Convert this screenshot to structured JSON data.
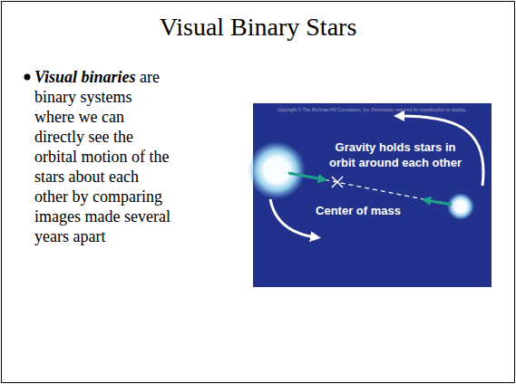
{
  "diagram": {
    "title": "Visual Binary Stars",
    "labels": [
      "Visual binaries",
      "are binary systems where we can directly see the orbital motion of the stars about each other by comparing images made several years apart",
      "Copyright © The McGraw-Hill Companies, Inc. Permission required for reproduction or display.",
      "Gravity holds stars in orbit around each other",
      "Center of mass"
    ]
  }
}
